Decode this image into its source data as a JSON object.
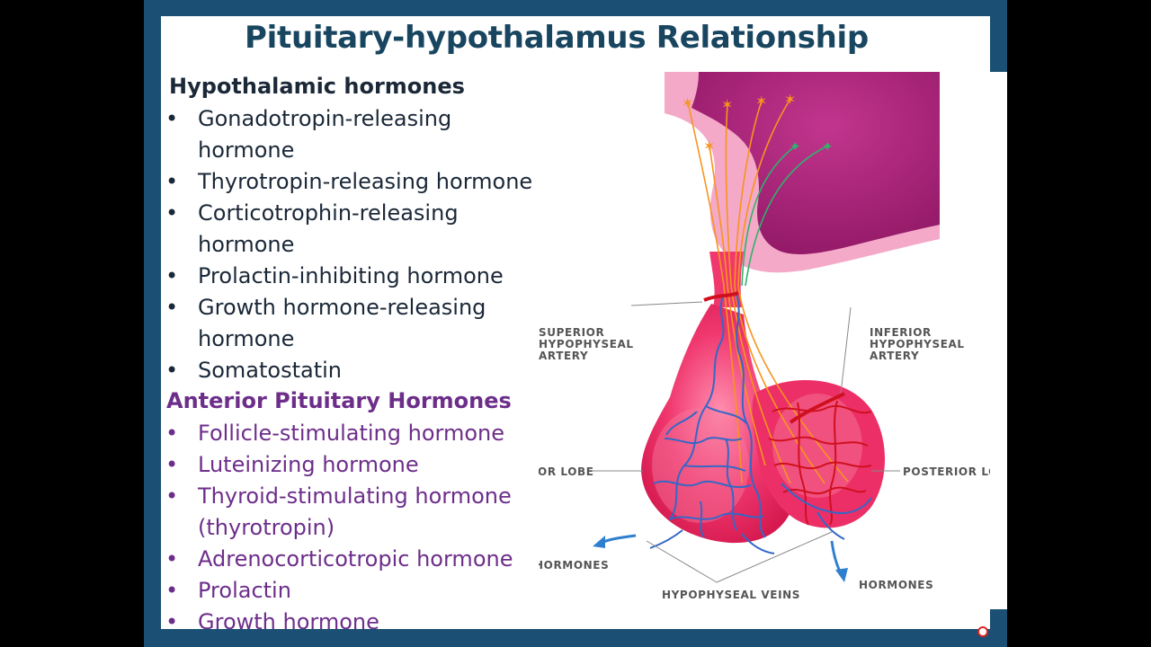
{
  "slide": {
    "title": "Pituitary-hypothalamus Relationship",
    "hypothalamic": {
      "heading": "Hypothalamic hormones",
      "items": [
        {
          "line1": "Gonadotropin-releasing",
          "line2": "hormone"
        },
        {
          "line1": "Thyrotropin-releasing hormone",
          "line2": ""
        },
        {
          "line1": "Corticotrophin-releasing",
          "line2": "hormone"
        },
        {
          "line1": "Prolactin-inhibiting hormone",
          "line2": ""
        },
        {
          "line1": "Growth hormone-releasing",
          "line2": "hormone"
        },
        {
          "line1": "Somatostatin",
          "line2": ""
        }
      ]
    },
    "anterior": {
      "heading": "Anterior Pituitary Hormones",
      "items": [
        {
          "line1": "Follicle-stimulating hormone",
          "line2": ""
        },
        {
          "line1": "Luteinizing hormone",
          "line2": ""
        },
        {
          "line1": "Thyroid-stimulating hormone",
          "line2": "(thyrotropin)"
        },
        {
          "line1": "Adrenocorticotropic hormone",
          "line2": ""
        },
        {
          "line1": "Prolactin",
          "line2": ""
        },
        {
          "line1": "Growth hormone",
          "line2": ""
        }
      ]
    },
    "bullet_char": "•"
  },
  "diagram": {
    "labels": {
      "superior_1": "SUPERIOR",
      "superior_2": "HYPOPHYSEAL",
      "superior_3": "ARTERY",
      "inferior_1": "INFERIOR",
      "inferior_2": "HYPOPHYSEAL",
      "inferior_3": "ARTERY",
      "anterior_lobe": "ANTERIOR LOBE",
      "posterior_lobe": "POSTERIOR LOBE",
      "hormones_left": "HORMONES",
      "hormones_right": "HORMONES",
      "veins": "HYPOPHYSEAL VEINS"
    },
    "colors": {
      "brain_outer": "#f4a9c8",
      "brain_inner": "#a11d72",
      "pituitary": "#f0386e",
      "vessel_blue": "#3567c6",
      "artery_red": "#d0101f",
      "neuron_orange": "#f7941e",
      "neuron_green": "#2fb36a"
    }
  }
}
